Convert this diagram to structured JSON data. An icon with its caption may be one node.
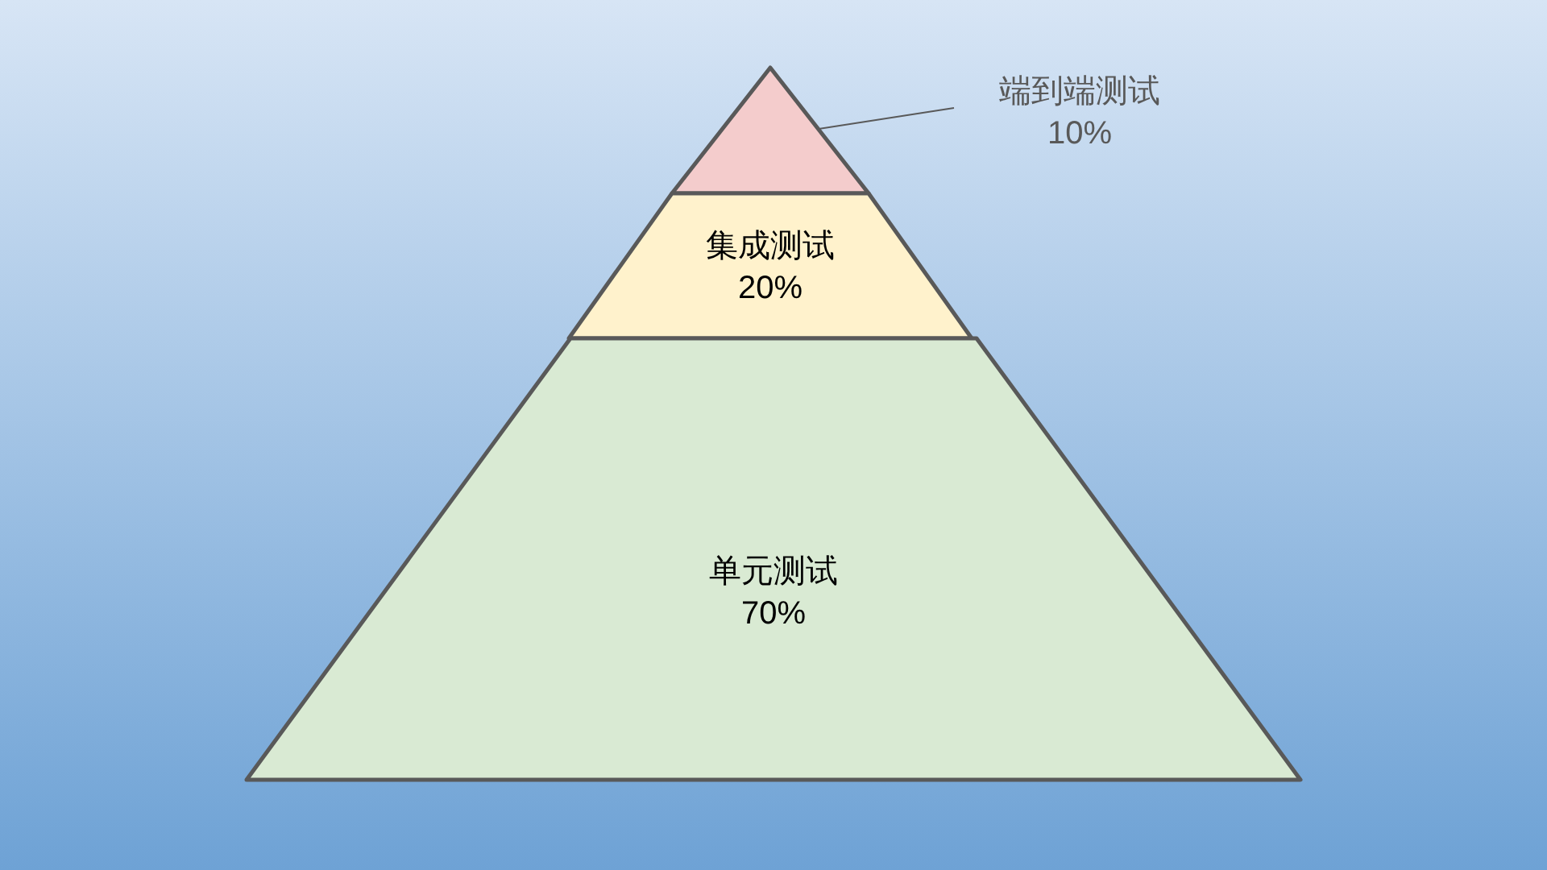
{
  "diagram": {
    "nodes": [
      {
        "text": [],
        "shape": "triangle"
      },
      {
        "text": [
          "端到端测试",
          "10%"
        ]
      },
      {
        "text": [
          "集成测试",
          "20%"
        ]
      },
      {
        "text": [
          "单元测试",
          "70%"
        ]
      }
    ],
    "edges": [
      {
        "from": 1,
        "to": 0,
        "arrow": "none"
      }
    ]
  }
}
